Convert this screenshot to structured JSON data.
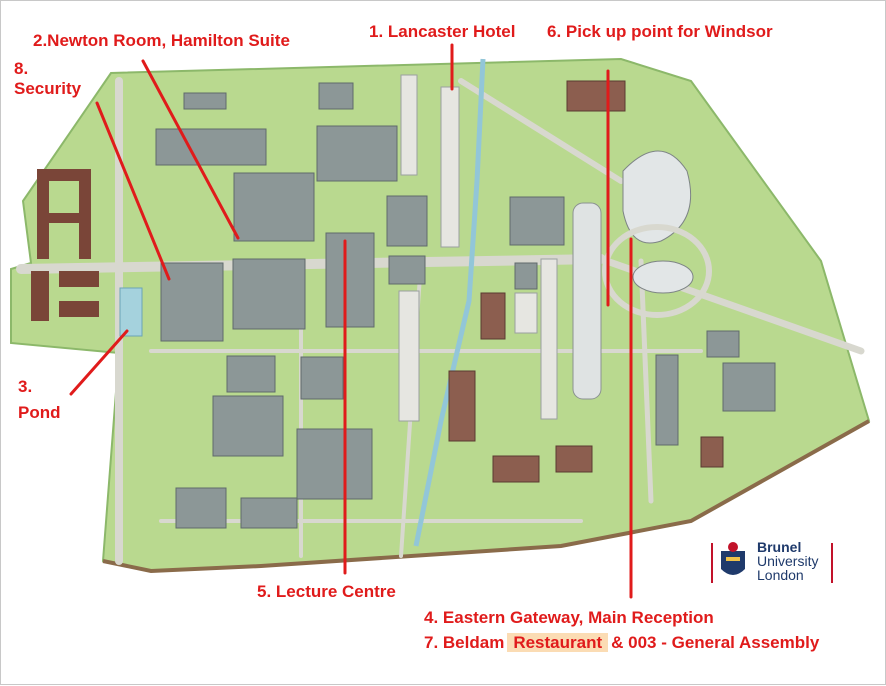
{
  "map": {
    "labels": {
      "lancaster": "1. Lancaster Hotel",
      "newton": "2.Newton Room, Hamilton Suite",
      "pond_num": "3.",
      "pond": "Pond",
      "eastern_gateway": "4. Eastern Gateway, Main Reception",
      "lecture_centre": "5. Lecture Centre",
      "pickup": "6. Pick up point for Windsor",
      "beldam_prefix": "7. Beldam",
      "beldam_highlight": "Restaurant",
      "beldam_suffix": "& 003 - General Assembly",
      "security_num": "8.",
      "security": "Security"
    },
    "colors": {
      "grass": "#b9d98f",
      "path": "#cfcfc6",
      "building": "#8c9797",
      "building_dark": "#5f6a6b",
      "brick": "#7a4538",
      "water": "#a5d2dd",
      "label_red": "#e01b1b",
      "brand_blue": "#1f3a6b"
    }
  },
  "logo": {
    "line1": "Brunel",
    "line2": "University",
    "line3": "London"
  }
}
